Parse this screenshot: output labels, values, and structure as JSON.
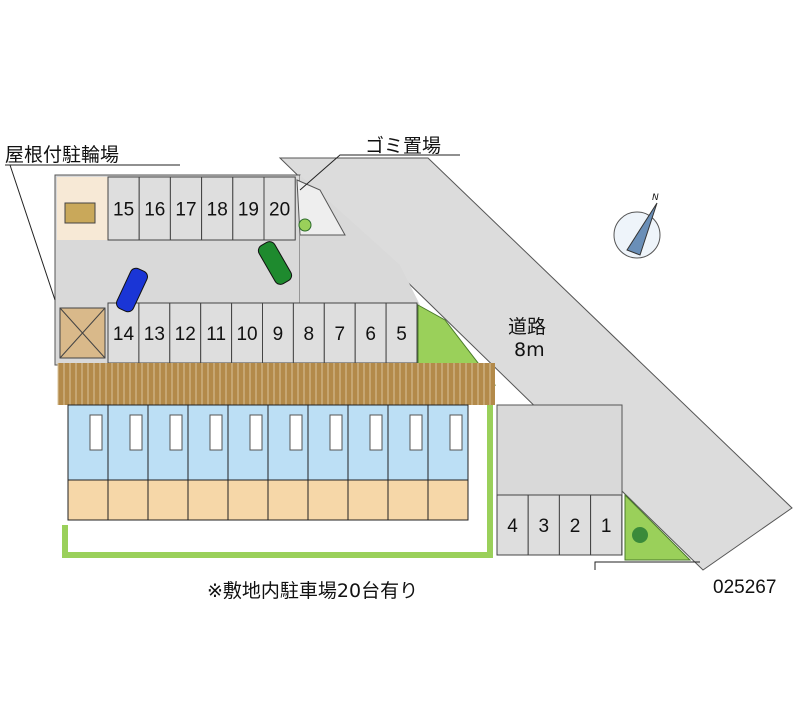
{
  "labels": {
    "bike_shelter": "屋根付駐輪場",
    "garbage": "ゴミ置場",
    "road_name": "道路",
    "road_width": "8m",
    "caption": "※敷地内駐車場20台有り",
    "code": "025267",
    "compass_n": "N"
  },
  "parking": {
    "top_row": [
      "15",
      "16",
      "17",
      "18",
      "19",
      "20"
    ],
    "middle_row": [
      "14",
      "13",
      "12",
      "11",
      "10",
      "9",
      "8",
      "7",
      "6",
      "5"
    ],
    "bottom_row": [
      "4",
      "3",
      "2",
      "1"
    ]
  },
  "building": {
    "units": 10
  },
  "colors": {
    "lot": "#d9d9d9",
    "road": "#dcdcdc",
    "green": "#9ad05a",
    "pavement": "#b38a4a",
    "unit_top": "#bcdff5",
    "unit_bottom": "#f6d7a8",
    "car_blue": "#1a35d6",
    "car_green": "#1e8a2e"
  }
}
